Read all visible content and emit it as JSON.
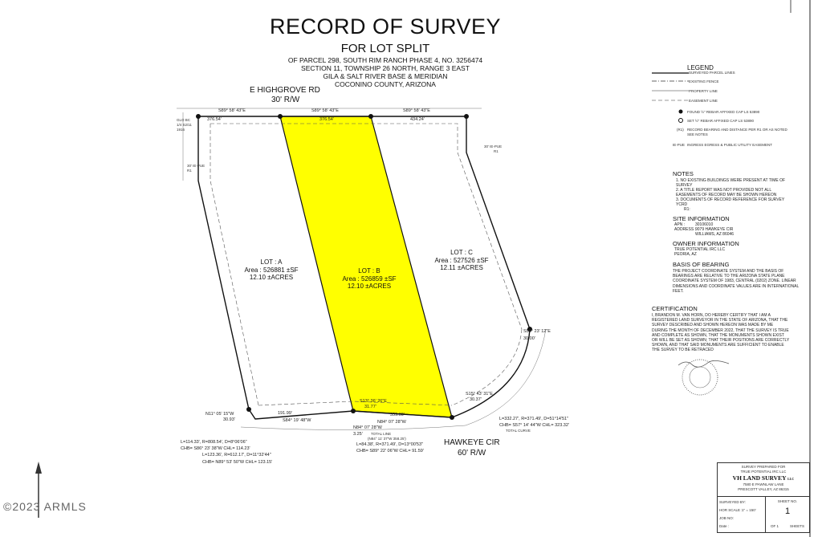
{
  "header": {
    "title": "RECORD OF SURVEY",
    "subtitle": "FOR LOT SPLIT",
    "lines": [
      "OF PARCEL 298, SOUTH RIM RANCH PHASE 4, NO. 3256474",
      "SECTION 11, TOWNSHIP 26 NORTH, RANGE 3 EAST",
      "GILA & SALT RIVER BASE & MERIDIAN",
      "COCONINO COUNTY, ARIZONA"
    ]
  },
  "roads": {
    "north_name": "E HIGHGROVE RD",
    "north_row": "30' R/W",
    "south_name": "HAWKEYE CIR",
    "south_row": "60' R/W"
  },
  "lots": [
    {
      "label": "LOT : A",
      "area": "Area : 526881 ±SF",
      "acres": "12.10 ±ACRES"
    },
    {
      "label": "LOT : B",
      "area": "Area : 526859 ±SF",
      "acres": "12.10 ±ACRES"
    },
    {
      "label": "LOT : C",
      "area": "Area : 527526 ±SF",
      "acres": "12.11 ±ACRES"
    }
  ],
  "bearings": {
    "north_a": "S89° 58' 43\"E",
    "north_a_dist": "376.54'",
    "north_b": "S89° 58' 43\"E",
    "north_b_dist": "376.54'",
    "north_c": "S89° 58' 43\"E",
    "north_c_dist": "434.24'",
    "south_a": "S84° 19' 48\"W",
    "south_a_dist": "191.99'",
    "south_b": "N84° 07' 28\"W",
    "south_b_dist": "359.00'",
    "nw_corner": "N11° 05' 15\"W",
    "nw_corner_dist": "30.93'",
    "lotb_w": "S13° 36' 26\"E",
    "lotb_w_dist": "31.77'",
    "lotc_w": "S15° 43' 31\"E",
    "lotc_w_dist": "30.37'",
    "se": "S58° 23' 12\"E",
    "se_dist": "30.00'",
    "n84_short": "N84° 07' 28\"W",
    "n84_short_dist": "3.25'",
    "total_line": "TOTAL LINE",
    "total_line_val": "(N84° 11' 37\"W 358.25')"
  },
  "curves": {
    "c1": "L=114.33', R=808.54', D=8°06'06\"",
    "c1b": "CHB= S86° 23' 38\"W CHL= 114.23'",
    "c2": "L=123.36', R=612.17', D=11°32'44\"",
    "c2b": "CHB= N89° 53' 50\"W CHL= 123.15'",
    "c3": "L=84.38', R=371.49', D=13°00'53\"",
    "c3b": "CHB= S89° 22' 06\"W CHL= 91.59'",
    "c4": "L=332.27', R=371.49', D=51°14'51\"",
    "c4b": "CHB= S57° 14' 44\"W CHL= 323.32'",
    "total_curve": "TOTAL CURVE"
  },
  "legend": {
    "heading": "LEGEND",
    "items": [
      "SURVEYED PARCEL LINES",
      "EXISTING FENCE",
      "PROPERTY LINE",
      "EASEMENT LINE",
      "FOUND ½\" REBAR AFFIXED CAP LS 53890",
      "SET ½\" REBAR AFFIXED CAP LS 53890",
      "RECORD BEARING AND DISTANCE PER R1 OR AS NOTED SEE NOTES",
      "INGRESS EGRESS & PUBLIC UTILITY EASEMENT"
    ],
    "r1_tag": "(R1)",
    "ie_tag": "IE-PUE"
  },
  "notes": {
    "heading": "NOTES",
    "items": [
      "1.  NO EXISTING BUILDINGS WERE PRESENT AT TIME OF SURVEY",
      "2.  A TITLE REPORT WAS NOT PROVIDED NOT ALL EASEMENTS OF RECORD MAY BE SHOWN HEREON",
      "3.  DOCUMENTS OF RECORD REFERENCE FOR SURVEY YCRD",
      "R1:"
    ]
  },
  "site_info": {
    "heading": "SITE INFORMATION",
    "apn_label": "APN :",
    "apn": "30106010",
    "address_label": "ADDRESS :",
    "address1": "9079 HAWKEYE CIR",
    "address2": "WILLIAMS, AZ 86046"
  },
  "owner": {
    "heading": "OWNER INFORMATION",
    "name": "TRUE POTENTIAL IRC LLC",
    "city": "PEORIA, AZ"
  },
  "basis": {
    "heading": "BASIS OF BEARING",
    "text": "THE PROJECT COORDINATE SYSTEM AND THE BASIS OF BEARINGS ARE RELATIVE TO THE ARIZONA STATE PLANE COORDINATE SYSTEM OF 1983, CENTRAL (0202) ZONE. LINEAR DIMENSIONS AND COORDINATE VALUES ARE IN INTERNATIONAL FEET."
  },
  "certification": {
    "heading": "CERTIFICATION",
    "text": "I, BRANDON M. VAN HORN, DO HEREBY CERTIFY THAT I AM A REGISTERED LAND SURVEYOR IN THE STATE OF ARIZONA, THAT THE SURVEY DESCRIBED AND SHOWN HEREON WAS MADE BY ME DURING THE MONTH OF DECEMBER 2022, THAT THE SURVEY IS TRUE AND COMPLETE AS SHOWN, THAT THE MONUMENTS SHOWN EXIST OR WILL BE SET AS SHOWN; THAT THEIR POSITIONS ARE CORRECTLY SHOWN, AND THAT SAID MONUMENTS ARE SUFFICIENT TO ENABLE THE SURVEY TO BE RETRACED"
  },
  "title_block": {
    "prepared_for": "SURVEY PREPARED FOR",
    "client": "TRUE POTENTIAL IRC LLC",
    "company": "VH LAND SURVEY",
    "company_suffix": "LLC",
    "address": "7580 E PAWNLAW LANE",
    "city": "PRESCOTT VALLEY, AZ 86315",
    "surveyed_by_label": "SURVEYED BY:",
    "scale_label": "HOR SCALE :",
    "scale": "1\" = 150'",
    "job_label": "JOB NO:",
    "date_label": "Date :",
    "sheet_label": "SHEET NO.",
    "sheet_no": "1",
    "of_label": "OF 1",
    "sheets_label": "SHEETS"
  },
  "misc": {
    "glo": "GLO BC",
    "glo2": "1/4 S2/11",
    "glo3": "1916",
    "ie_pue_w": "30' IE-PUE",
    "ie_pue_e": "30' IE-PUE",
    "r1": "R1"
  },
  "watermark": "©2023 ARMLS",
  "colors": {
    "lot_b_fill": "#ffff00",
    "line": "#111111"
  }
}
